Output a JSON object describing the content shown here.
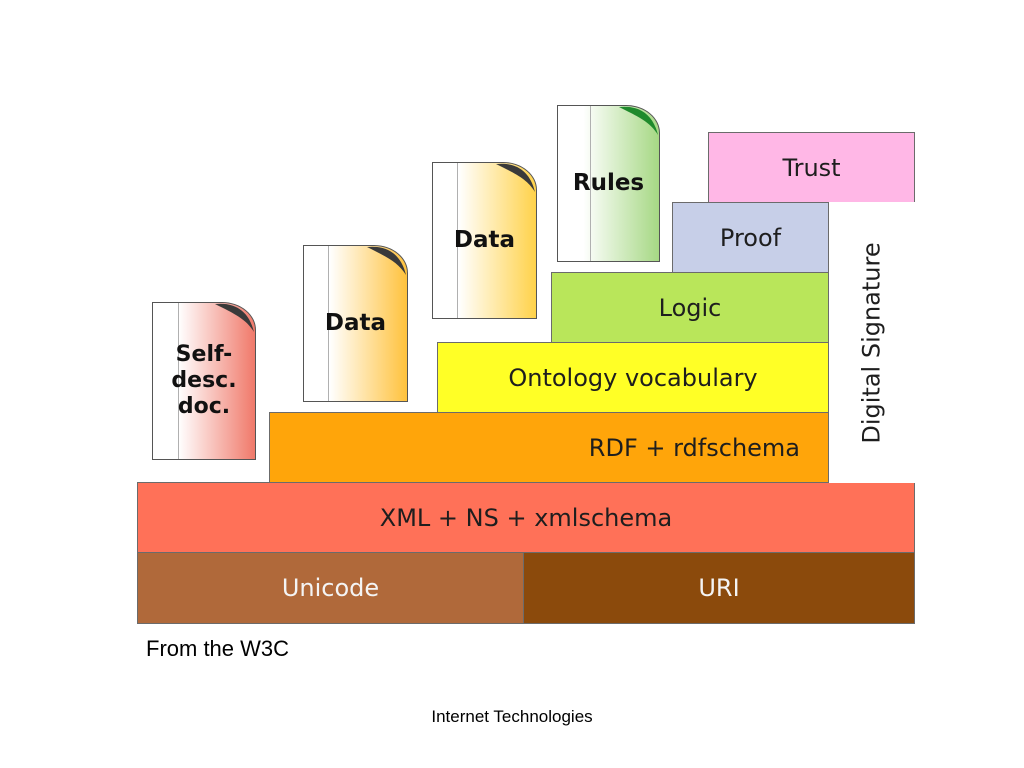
{
  "layers": {
    "unicode": {
      "label": "Unicode",
      "color": "#b0693a"
    },
    "uri": {
      "label": "URI",
      "color": "#8b4a0c"
    },
    "xml": {
      "label": "XML + NS + xmlschema",
      "color": "#ff7158"
    },
    "rdf": {
      "label": "RDF + rdfschema",
      "color": "#ffa50a"
    },
    "ontology": {
      "label": "Ontology vocabulary",
      "color": "#ffff26"
    },
    "logic": {
      "label": "Logic",
      "color": "#b9e65a"
    },
    "proof": {
      "label": "Proof",
      "color": "#c7cfe8"
    },
    "trust": {
      "label": "Trust",
      "color": "#ffb7e6"
    },
    "digital_signature": {
      "label": "Digital Signature",
      "color": "#ffffff"
    }
  },
  "documents": [
    {
      "label": "Self-\ndesc.\ndoc.",
      "color": "#f0796a"
    },
    {
      "label": "Data",
      "color": "#ffc23d"
    },
    {
      "label": "Data",
      "color": "#ffd24a"
    },
    {
      "label": "Rules",
      "color": "#a6d884"
    }
  ],
  "captions": {
    "source": "From the W3C",
    "footer": "Internet Technologies"
  }
}
